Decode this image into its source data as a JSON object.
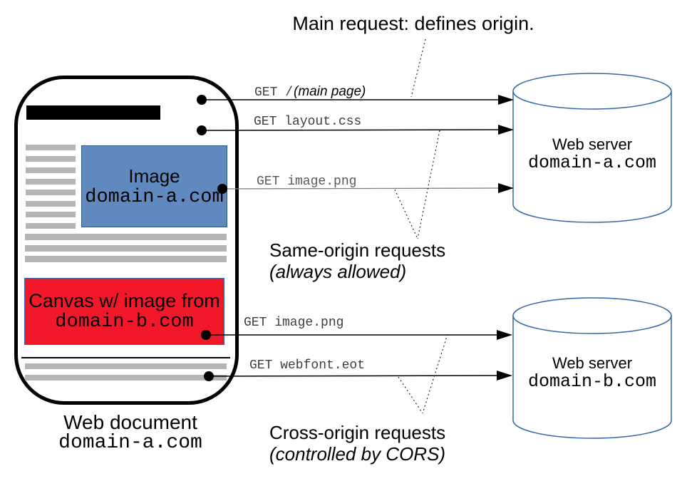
{
  "title": "Main request: defines origin.",
  "document": {
    "label": "Web document",
    "domain": "domain-a.com",
    "image_box": {
      "label": "Image",
      "domain": "domain-a.com"
    },
    "canvas_box": {
      "label": "Canvas w/ image from",
      "domain": "domain-b.com"
    }
  },
  "servers": [
    {
      "label": "Web server",
      "domain": "domain-a.com"
    },
    {
      "label": "Web server",
      "domain": "domain-b.com"
    }
  ],
  "requests": {
    "same_origin": {
      "caption": "Same-origin requests",
      "caption_note": "(always allowed)",
      "items": [
        {
          "method_path": "GET /",
          "note": "(main page)"
        },
        {
          "method_path": "GET layout.css"
        },
        {
          "method_path": "GET image.png"
        }
      ]
    },
    "cross_origin": {
      "caption": "Cross-origin requests",
      "caption_note": "(controlled by CORS)",
      "items": [
        {
          "method_path": "GET image.png"
        },
        {
          "method_path": "GET webfont.eot"
        }
      ]
    }
  },
  "colors": {
    "image_box_blue": "#6089c0",
    "canvas_red": "#f2182a",
    "cylinder_stroke": "#3465a4",
    "content_bar_gray": "#b5b5b5"
  }
}
